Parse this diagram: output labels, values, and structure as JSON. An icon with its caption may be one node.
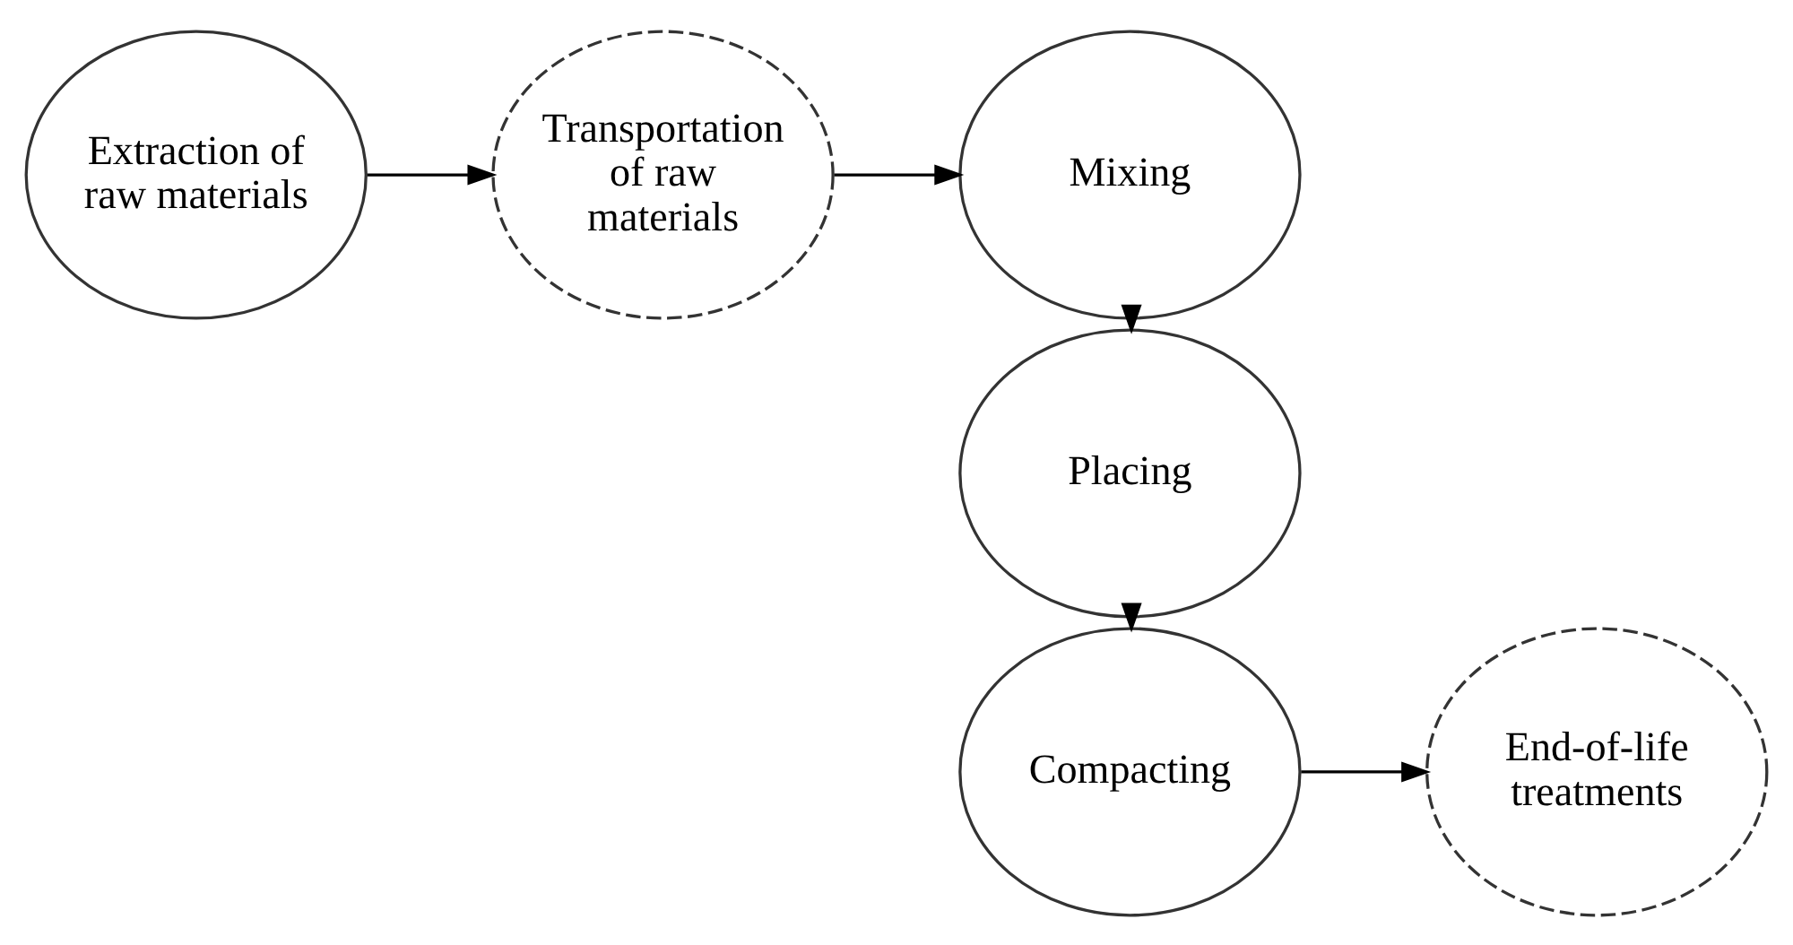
{
  "diagram": {
    "nodes": [
      {
        "text": [
          "Extraction of raw materials"
        ]
      },
      {
        "text": [
          "Transportation of raw materials"
        ]
      },
      {
        "text": [
          "Mixing"
        ]
      },
      {
        "text": [
          "Placing"
        ]
      },
      {
        "text": [
          "Compacting"
        ]
      },
      {
        "text": [
          "End-of-life treatments"
        ]
      }
    ],
    "edges": [
      {
        "from": 0,
        "to": 1,
        "arrow": "to"
      },
      {
        "from": 1,
        "to": 2,
        "arrow": "to"
      },
      {
        "from": 2,
        "to": 3,
        "arrow": "to"
      },
      {
        "from": 3,
        "to": 4,
        "arrow": "to"
      },
      {
        "from": 4,
        "to": 5,
        "arrow": "to"
      }
    ]
  }
}
